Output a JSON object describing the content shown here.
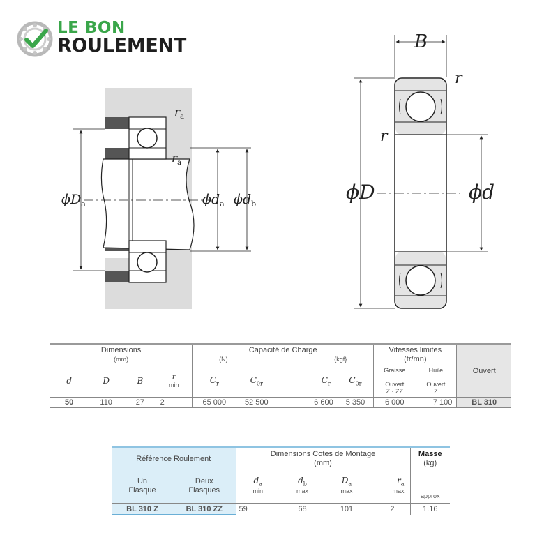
{
  "logo": {
    "line1": "LE BON",
    "line2": "ROULEMENT"
  },
  "colors": {
    "brand_green": "#3aa64a",
    "brand_dark": "#1e1e1e",
    "table1_highlight": "#e6e6e6",
    "table2_highlight": "#dbeef8"
  },
  "drawing_labels": {
    "ra": "r",
    "ra_sub": "a",
    "ra2": "r",
    "ra2_sub": "a",
    "Da": "ϕD",
    "Da_sub": "a",
    "da": "ϕd",
    "da_sub": "a",
    "db": "ϕd",
    "db_sub": "b",
    "B": "B",
    "r_top": "r",
    "r_side": "r",
    "D": "ϕD",
    "d": "ϕd"
  },
  "table1": {
    "group_dimensions": "Dimensions",
    "group_dimensions_unit": "(mm)",
    "group_capacity": "Capacité de Charge",
    "unit_N": "(N)",
    "unit_kgf": "{kgf}",
    "group_speed": "Vitesses limites",
    "group_speed_unit": "(tr/mn)",
    "col_grease": "Graisse",
    "col_oil": "Huile",
    "col_open": "Ouvert",
    "sym_d": "d",
    "sym_D": "D",
    "sym_B": "B",
    "sym_r": "r",
    "sym_r_min": "min",
    "sym_Cr1": "C",
    "sym_Cr1_sub": "r",
    "sym_C0r1": "C",
    "sym_C0r1_sub": "0r",
    "sym_Cr2": "C",
    "sym_Cr2_sub": "r",
    "sym_C0r2": "C",
    "sym_C0r2_sub": "0r",
    "grease_sub1": "Ouvert",
    "grease_sub2": "Z · ZZ",
    "oil_sub1": "Ouvert",
    "oil_sub2": "Z",
    "row": {
      "d": "50",
      "D": "110",
      "B": "27",
      "r": "2",
      "Cr_N": "65 000",
      "C0r_N": "52 500",
      "Cr_kgf": "6 600",
      "C0r_kgf": "5 350",
      "speed_grease": "6 000",
      "speed_oil": "7 100",
      "ref_open": "BL 310"
    }
  },
  "table2": {
    "group_ref": "Référence Roulement",
    "col_un": "Un",
    "col_un2": "Flasque",
    "col_deux": "Deux",
    "col_deux2": "Flasques",
    "group_mount": "Dimensions Cotes de Montage",
    "group_mount_unit": "(mm)",
    "group_mass": "Masse",
    "group_mass_unit": "(kg)",
    "sym_da": "d",
    "sym_da_sub": "a",
    "sym_da_lim": "min",
    "sym_db": "d",
    "sym_db_sub": "b",
    "sym_db_lim": "max",
    "sym_Da": "D",
    "sym_Da_sub": "a",
    "sym_Da_lim": "max",
    "sym_ra": "r",
    "sym_ra_sub": "a",
    "sym_ra_lim": "max",
    "mass_lim": "approx",
    "row": {
      "ref_z": "BL 310 Z",
      "ref_zz": "BL 310 ZZ",
      "da": "59",
      "db": "68",
      "Da": "101",
      "ra": "2",
      "mass": "1.16"
    }
  }
}
